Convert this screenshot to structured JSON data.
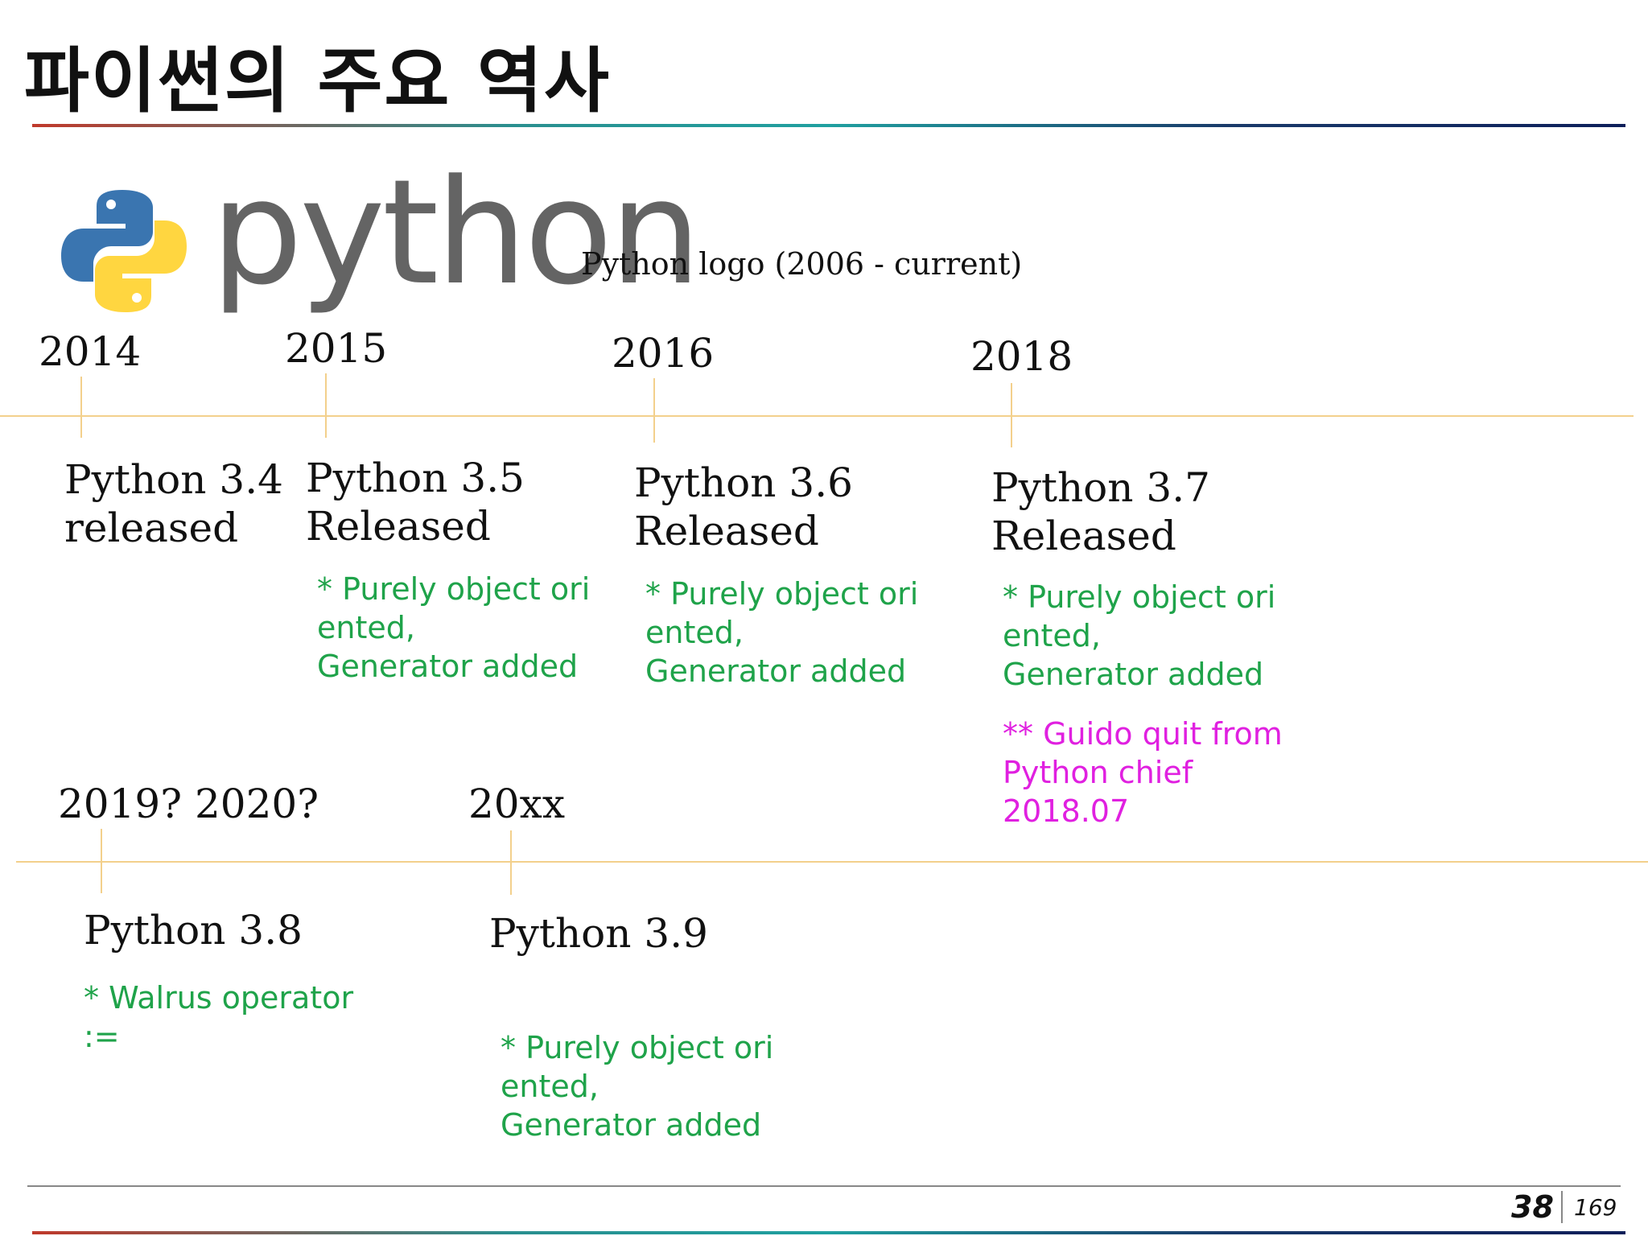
{
  "slide": {
    "title": "파이썬의 주요 역사",
    "page_number": "38",
    "page_total": "169"
  },
  "logo": {
    "wordmark": "python",
    "caption": "Python logo (2006 - current)",
    "colors": {
      "blue": "#3a75b0",
      "yellow": "#ffd640",
      "gray": "#646464"
    }
  },
  "timeline_top": [
    {
      "year": "2014",
      "version": "Python 3.4\nreleased",
      "notes": ""
    },
    {
      "year": "2015",
      "version": "Python 3.5\nReleased",
      "notes": "* Purely object ori\nented,\nGenerator added"
    },
    {
      "year": "2016",
      "version": "Python 3.6\nReleased",
      "notes": "* Purely object ori\nented,\nGenerator added"
    },
    {
      "year": "2018",
      "version": "Python 3.7\nReleased",
      "notes": "* Purely object ori\nented,\nGenerator added",
      "extra_note": "** Guido quit from\nPython chief\n2018.07"
    }
  ],
  "timeline_bottom": [
    {
      "year": "2019? 2020?",
      "version": "Python 3.8",
      "notes": "* Walrus operator\n:="
    },
    {
      "year": "20xx",
      "version": "Python 3.9",
      "notes": "* Purely object ori\nented,\nGenerator added"
    }
  ],
  "colors": {
    "note_green": "#1fa34a",
    "note_magenta": "#e020e0",
    "timeline_line": "#f3d08c"
  }
}
